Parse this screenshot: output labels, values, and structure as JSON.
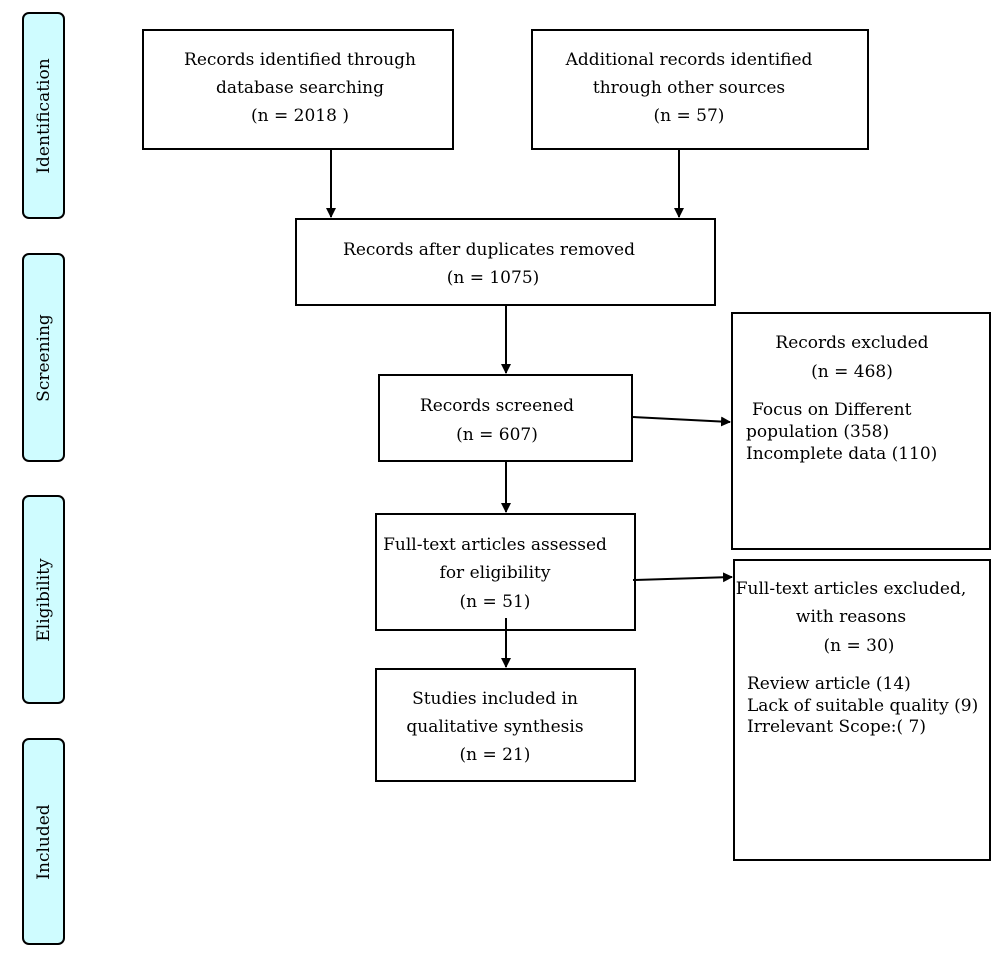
{
  "phases": {
    "identification": "Identification",
    "screening": "Screening",
    "eligibility": "Eligibility",
    "included": "Included"
  },
  "identified": {
    "line1": "Records identified through",
    "line2": "database searching",
    "count": "(n = 2018 )"
  },
  "additional": {
    "line1": "Additional records identified",
    "line2": "through other sources",
    "count": "(n = 57)"
  },
  "deduplicated": {
    "line1": "Records after duplicates removed",
    "count": "(n = 1075)"
  },
  "screened": {
    "line1": "Records screened",
    "count": "(n = 607)"
  },
  "excluded": {
    "line1": "Records excluded",
    "count": "(n = 468)",
    "reason1a": "Focus on Different",
    "reason1b": "population (358)",
    "reason2": "Incomplete data (110)"
  },
  "fulltext": {
    "line1": "Full-text articles assessed",
    "line2": "for eligibility",
    "count": "(n = 51)"
  },
  "fulltext_excluded": {
    "line1": "Full-text articles excluded,",
    "line2": "with reasons",
    "count": "(n = 30)",
    "reason1": "Review article (14)",
    "reason2": "Lack of suitable quality (9)",
    "reason3": "Irrelevant Scope:( 7)"
  },
  "included": {
    "line1": "Studies included in",
    "line2": "qualitative synthesis",
    "count": "(n = 21)"
  }
}
